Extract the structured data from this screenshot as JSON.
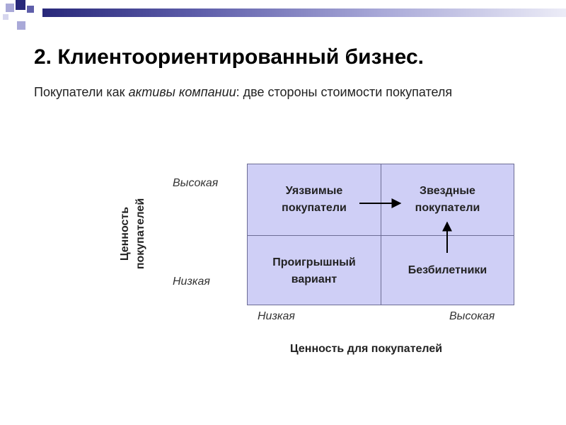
{
  "slide": {
    "title": "2. Клиентоориентированный бизнес.",
    "subtitle_part1": "Покупатели как ",
    "subtitle_italic": "активы компании",
    "subtitle_part2": ": две стороны стоимости покупателя"
  },
  "matrix": {
    "y_axis_label_line1": "Ценность",
    "y_axis_label_line2": "покупателей",
    "x_axis_label": "Ценность для покупателей",
    "y_high": "Высокая",
    "y_low": "Низкая",
    "x_low": "Низкая",
    "x_high": "Высокая",
    "cells": {
      "top_left": [
        "Уязвимые",
        "покупатели"
      ],
      "top_right": [
        "Звездные",
        "покупатели"
      ],
      "bottom_left": [
        "Проигрышный",
        "вариант"
      ],
      "bottom_right": [
        "Безбилетники"
      ]
    },
    "cell_color": "#cfcff6",
    "border_color": "#6d6d95"
  },
  "theme": {
    "accent_dark": "#28287a",
    "accent_light": "#ececf7"
  }
}
